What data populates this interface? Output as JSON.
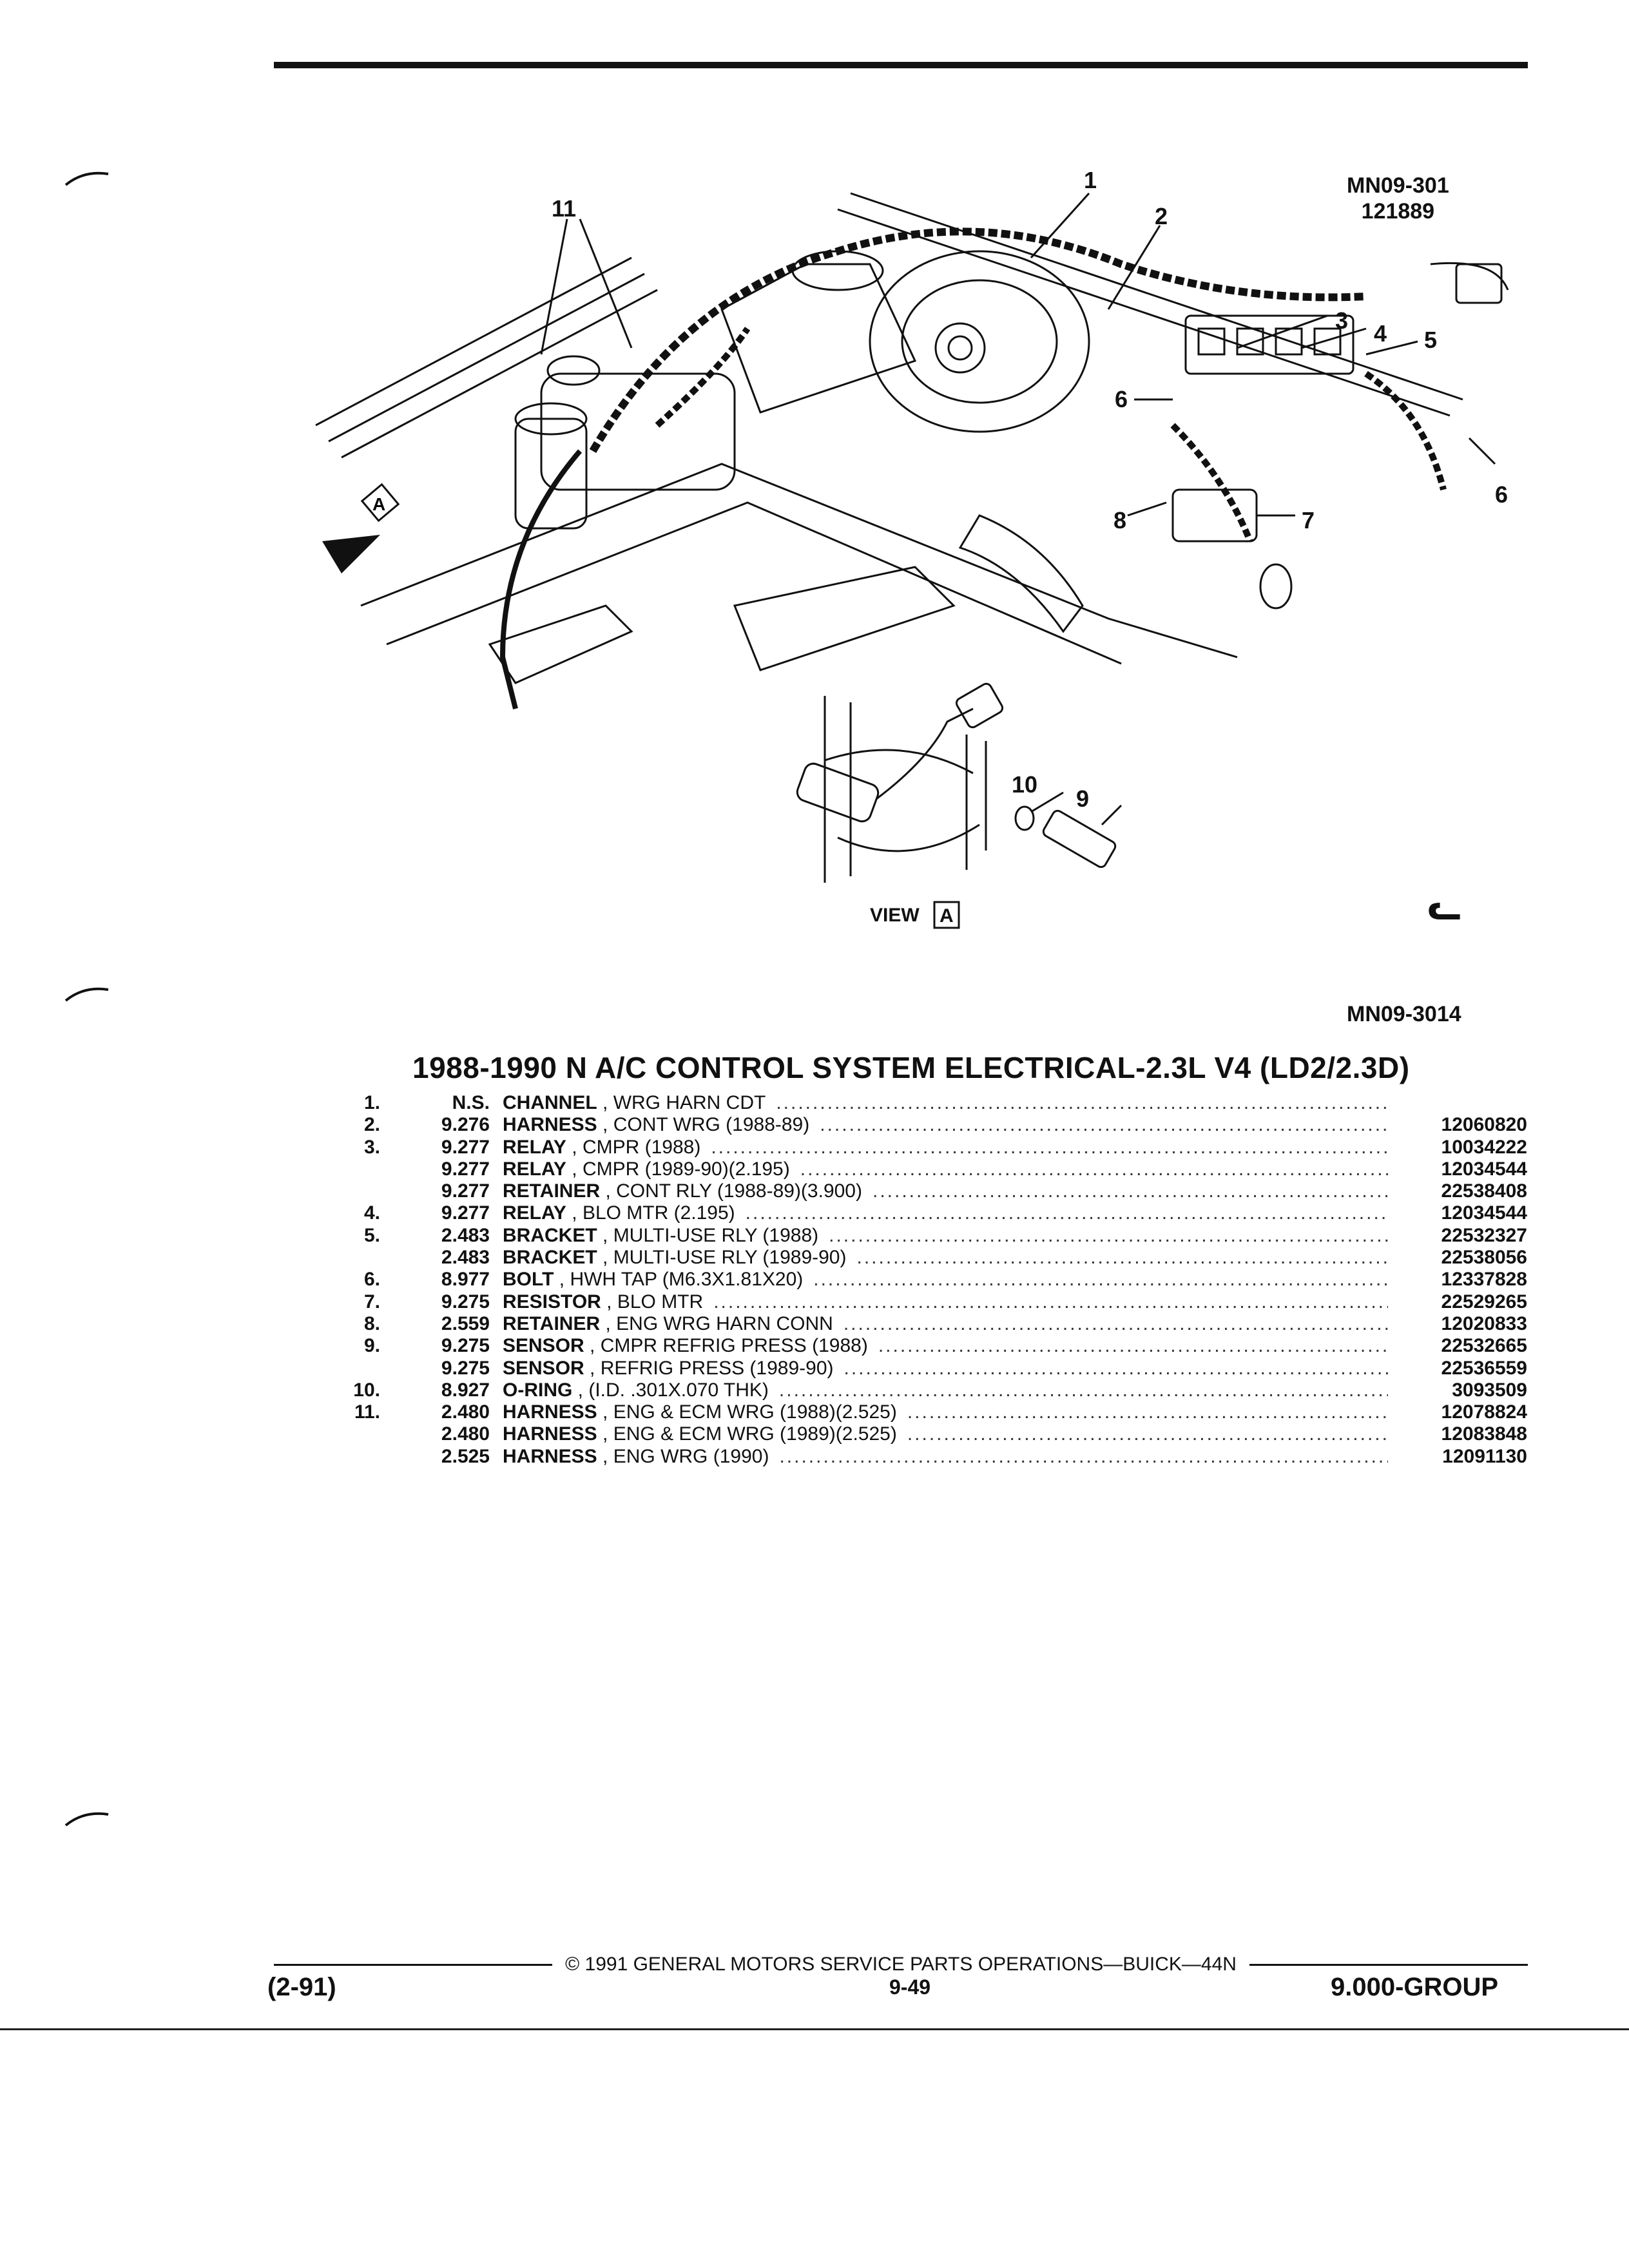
{
  "figure": {
    "ref_code_1": "MN09-301",
    "ref_code_2": "121889",
    "ref_code_bottom": "MN09-3014",
    "callouts": [
      "1",
      "2",
      "3",
      "4",
      "5",
      "6",
      "6",
      "7",
      "8",
      "11"
    ],
    "view_callouts": [
      "10",
      "9"
    ],
    "view_label": "VIEW",
    "view_letter": "A",
    "arrow_letter": "A",
    "logo": "ᓚ"
  },
  "section": {
    "title": "1988-1990 N A/C CONTROL SYSTEM ELECTRICAL-2.3L V4 (LD2/2.3D)"
  },
  "parts": [
    {
      "num": "1.",
      "group": "N.S.",
      "name": "CHANNEL",
      "desc": "WRG HARN CDT",
      "part": ""
    },
    {
      "num": "2.",
      "group": "9.276",
      "name": "HARNESS",
      "desc": "CONT WRG (1988-89)",
      "part": "12060820"
    },
    {
      "num": "3.",
      "group": "9.277",
      "name": "RELAY",
      "desc": "CMPR (1988)",
      "part": "10034222"
    },
    {
      "num": "",
      "group": "9.277",
      "name": "RELAY",
      "desc": "CMPR (1989-90)(2.195)",
      "part": "12034544"
    },
    {
      "num": "",
      "group": "9.277",
      "name": "RETAINER",
      "desc": "CONT RLY (1988-89)(3.900)",
      "part": "22538408"
    },
    {
      "num": "4.",
      "group": "9.277",
      "name": "RELAY",
      "desc": "BLO MTR (2.195)",
      "part": "12034544"
    },
    {
      "num": "5.",
      "group": "2.483",
      "name": "BRACKET",
      "desc": "MULTI-USE RLY (1988)",
      "part": "22532327"
    },
    {
      "num": "",
      "group": "2.483",
      "name": "BRACKET",
      "desc": "MULTI-USE RLY (1989-90)",
      "part": "22538056"
    },
    {
      "num": "6.",
      "group": "8.977",
      "name": "BOLT",
      "desc": "HWH TAP (M6.3X1.81X20)",
      "part": "12337828"
    },
    {
      "num": "7.",
      "group": "9.275",
      "name": "RESISTOR",
      "desc": "BLO MTR",
      "part": "22529265"
    },
    {
      "num": "8.",
      "group": "2.559",
      "name": "RETAINER",
      "desc": "ENG WRG HARN CONN",
      "part": "12020833"
    },
    {
      "num": "9.",
      "group": "9.275",
      "name": "SENSOR",
      "desc": "CMPR REFRIG PRESS (1988)",
      "part": "22532665"
    },
    {
      "num": "",
      "group": "9.275",
      "name": "SENSOR",
      "desc": "REFRIG PRESS (1989-90)",
      "part": "22536559"
    },
    {
      "num": "10.",
      "group": "8.927",
      "name": "O-RING",
      "desc": "(I.D. .301X.070 THK)",
      "part": "3093509"
    },
    {
      "num": "11.",
      "group": "2.480",
      "name": "HARNESS",
      "desc": "ENG & ECM WRG (1988)(2.525)",
      "part": "12078824"
    },
    {
      "num": "",
      "group": "2.480",
      "name": "HARNESS",
      "desc": "ENG & ECM WRG (1989)(2.525)",
      "part": "12083848"
    },
    {
      "num": "",
      "group": "2.525",
      "name": "HARNESS",
      "desc": "ENG WRG (1990)",
      "part": "12091130"
    }
  ],
  "footer": {
    "copyright": "© 1991 GENERAL MOTORS SERVICE PARTS OPERATIONS—BUICK—44N",
    "date": "(2-91)",
    "page": "9-49",
    "group": "9.000-GROUP"
  }
}
